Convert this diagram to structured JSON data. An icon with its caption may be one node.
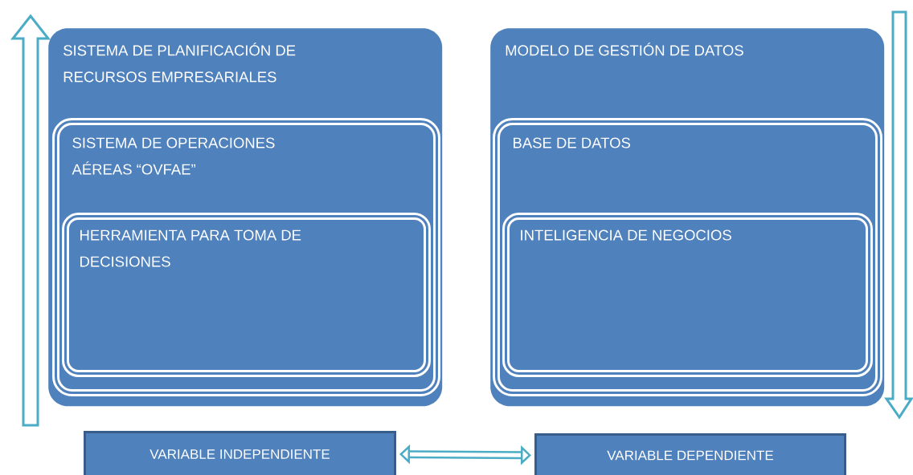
{
  "diagram": {
    "nodes": [
      {
        "text": [
          "SISTEMA DE PLANIFICACIÓN DE RECURSOS EMPRESARIALES"
        ]
      },
      {
        "text": [
          "SISTEMA DE OPERACIONES AÉREAS “OVFAE”"
        ],
        "in": 0
      },
      {
        "text": [
          "HERRAMIENTA PARA TOMA DE DECISIONES"
        ],
        "in": 1
      },
      {
        "text": [
          "MODELO DE GESTIÓN DE DATOS"
        ]
      },
      {
        "text": [
          "BASE DE DATOS"
        ],
        "in": 3
      },
      {
        "text": [
          "INTELIGENCIA DE NEGOCIOS"
        ],
        "in": 4
      },
      {
        "text": [
          "VARIABLE INDEPENDIENTE"
        ]
      },
      {
        "text": [
          "VARIABLE DEPENDIENTE"
        ]
      }
    ],
    "edges": [
      {
        "from": 6,
        "to": 7,
        "arrow": "both"
      }
    ]
  }
}
